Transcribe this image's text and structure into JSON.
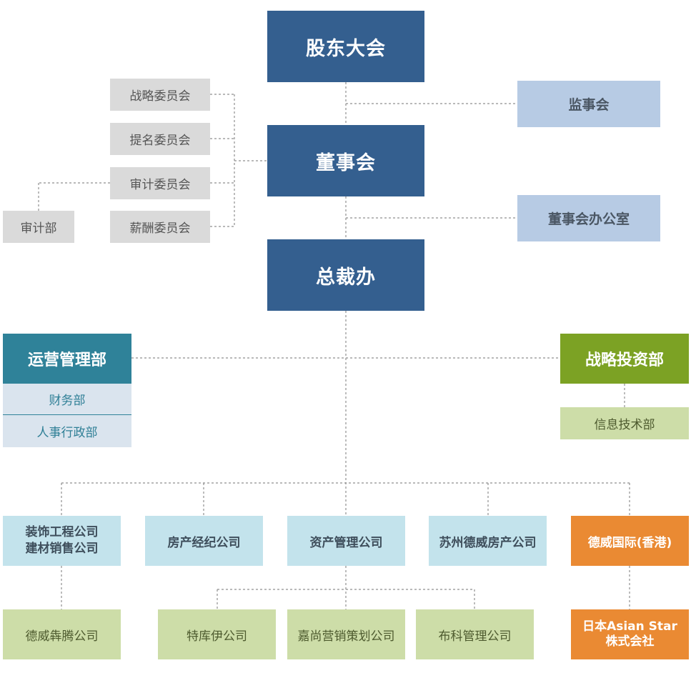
{
  "top": {
    "shareholders": "股东大会",
    "board": "董事会",
    "president_office": "总裁办"
  },
  "committees": [
    "战略委员会",
    "提名委员会",
    "审计委员会",
    "薪酬委员会"
  ],
  "audit_dept": "审计部",
  "supervisors": "监事会",
  "board_office": "董事会办公室",
  "operations": {
    "title": "运营管理部",
    "subs": [
      "财务部",
      "人事行政部"
    ]
  },
  "strategy": {
    "title": "战略投资部",
    "subs": [
      "信息技术部"
    ]
  },
  "companies": {
    "deco": [
      "装饰工程公司",
      "建材销售公司"
    ],
    "realty_broker": "房产经纪公司",
    "asset_mgmt": "资产管理公司",
    "suzhou": "苏州德威房产公司",
    "hk": "德威国际(香港)"
  },
  "subsidiaries": {
    "dewei_xinteng": "德威犇腾公司",
    "teku": "特库伊公司",
    "jiashang": "嘉尚营销策划公司",
    "buke": "布科管理公司",
    "japan": [
      "日本Asian Star",
      "株式会社"
    ]
  },
  "colors": {
    "dark": "#345f8f",
    "light_blue": "#b7cbe4",
    "gray": "#dadada",
    "teal": "#2f8299",
    "green": "#7ca224",
    "cyan": "#c3e3ec",
    "orange": "#ea8a33",
    "light_green": "#cddda8"
  }
}
